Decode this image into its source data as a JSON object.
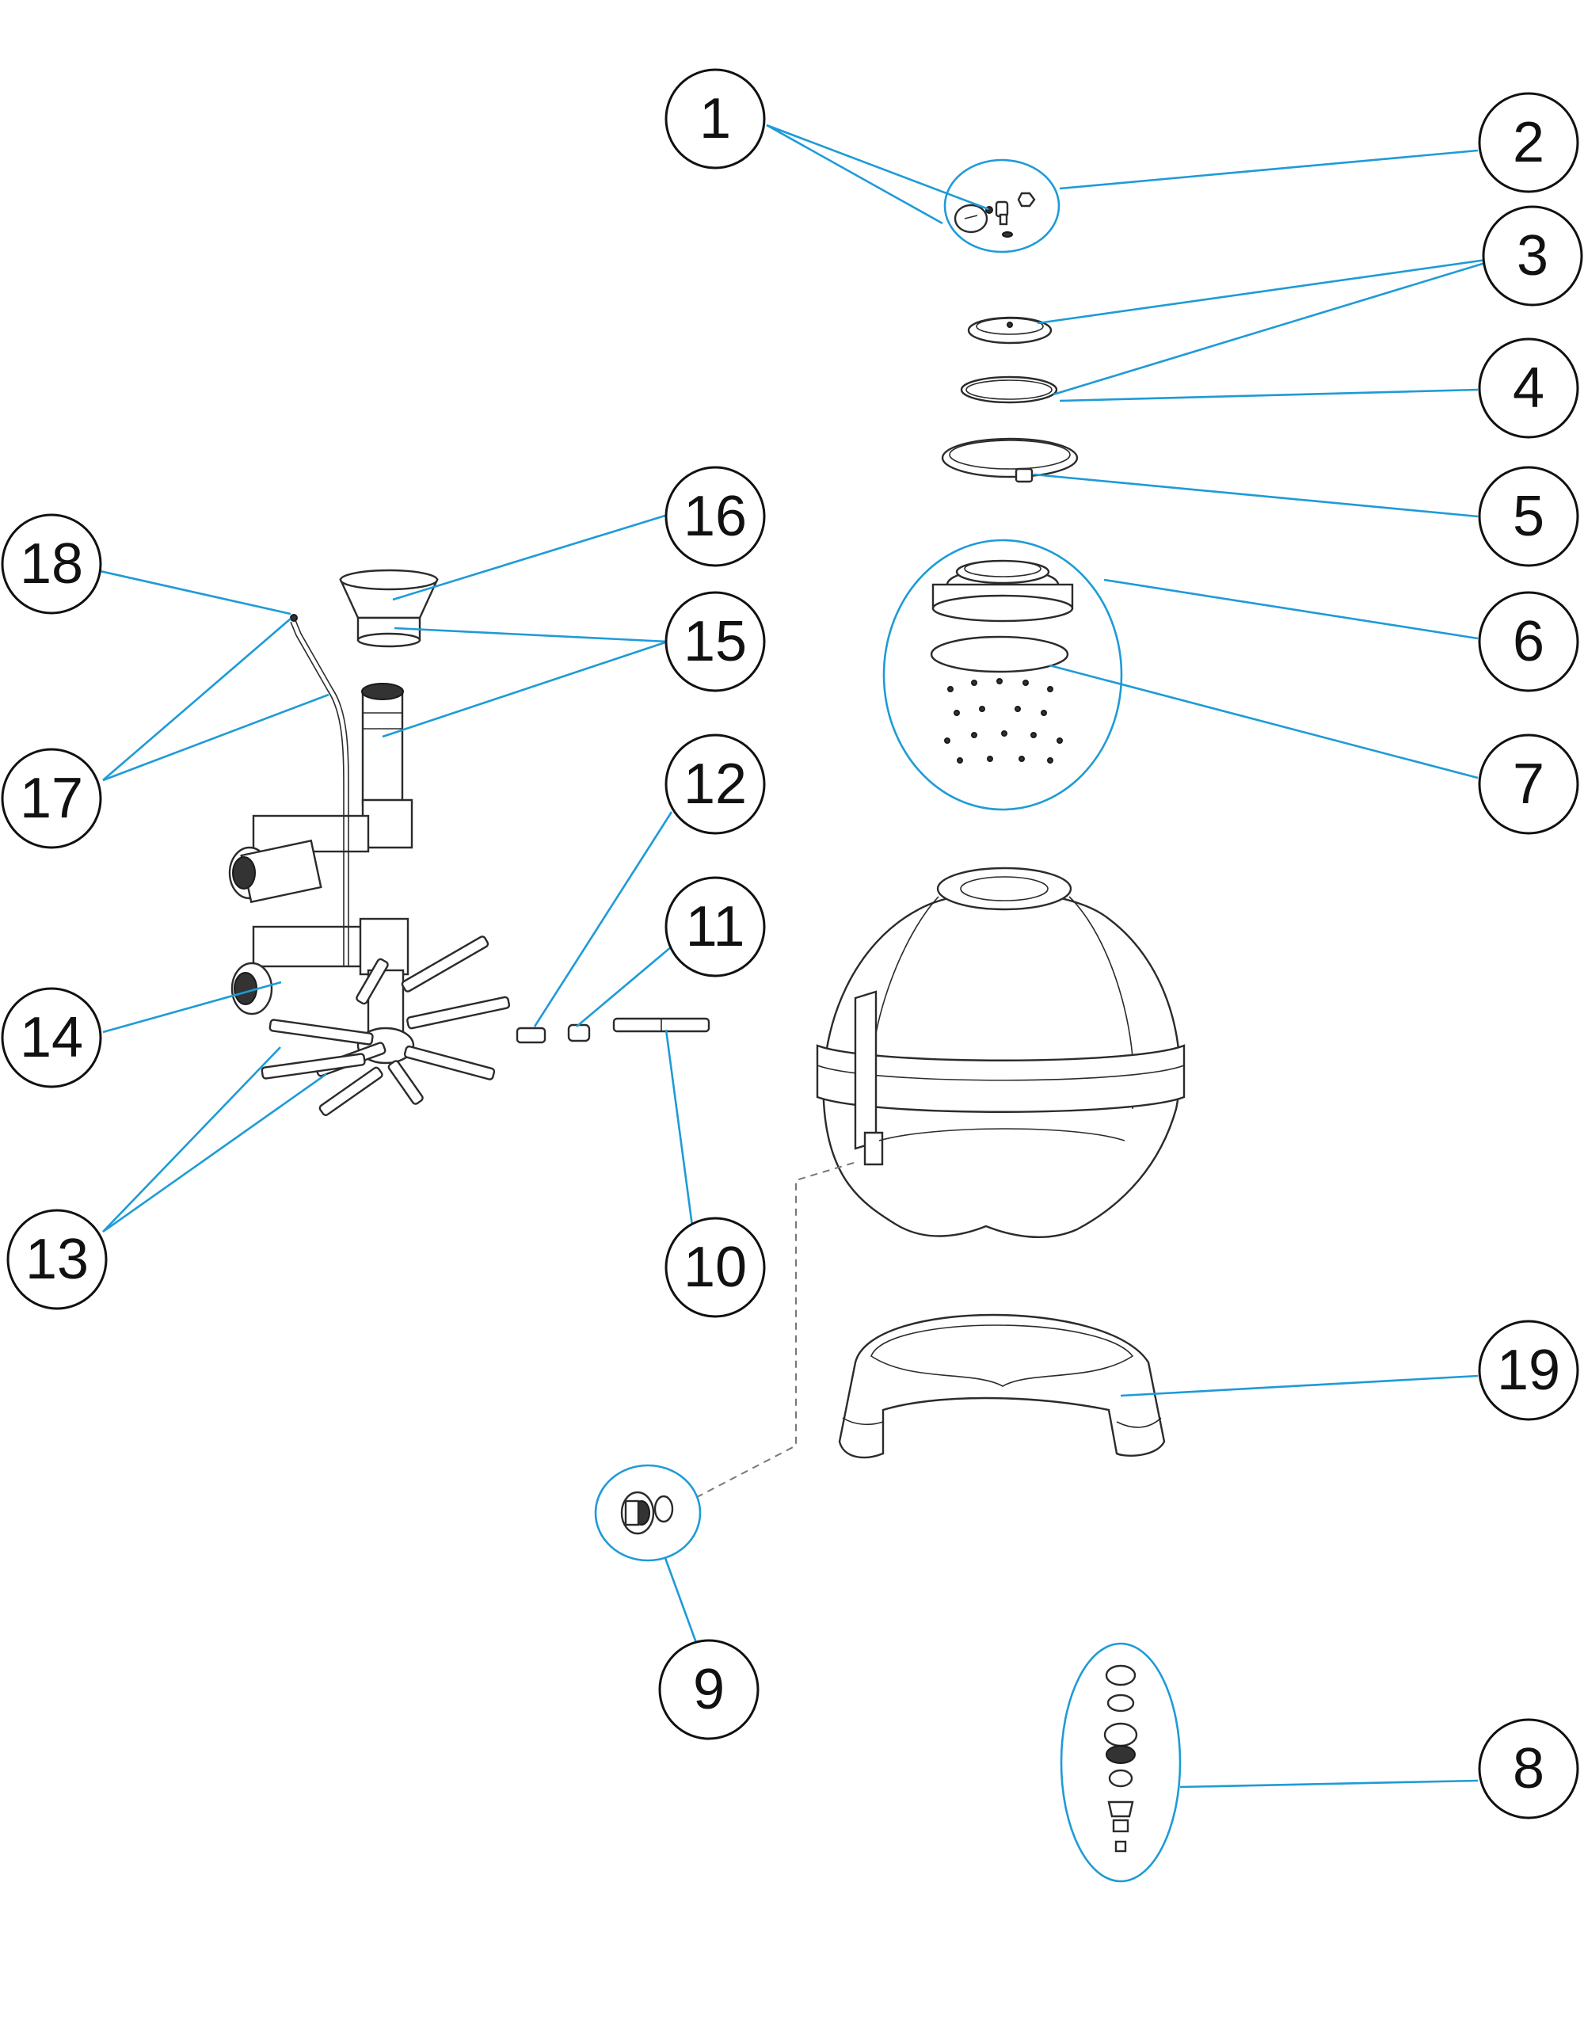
{
  "callouts": [
    {
      "label": "1"
    },
    {
      "label": "2"
    },
    {
      "label": "3"
    },
    {
      "label": "4"
    },
    {
      "label": "5"
    },
    {
      "label": "6"
    },
    {
      "label": "7"
    },
    {
      "label": "8"
    },
    {
      "label": "9"
    },
    {
      "label": "10"
    },
    {
      "label": "11"
    },
    {
      "label": "12"
    },
    {
      "label": "13"
    },
    {
      "label": "14"
    },
    {
      "label": "15"
    },
    {
      "label": "16"
    },
    {
      "label": "17"
    },
    {
      "label": "18"
    },
    {
      "label": "19"
    }
  ],
  "colors": {
    "leader_line": "#1e9bd7",
    "part_outline": "#2b2b2b",
    "background": "#ffffff"
  }
}
